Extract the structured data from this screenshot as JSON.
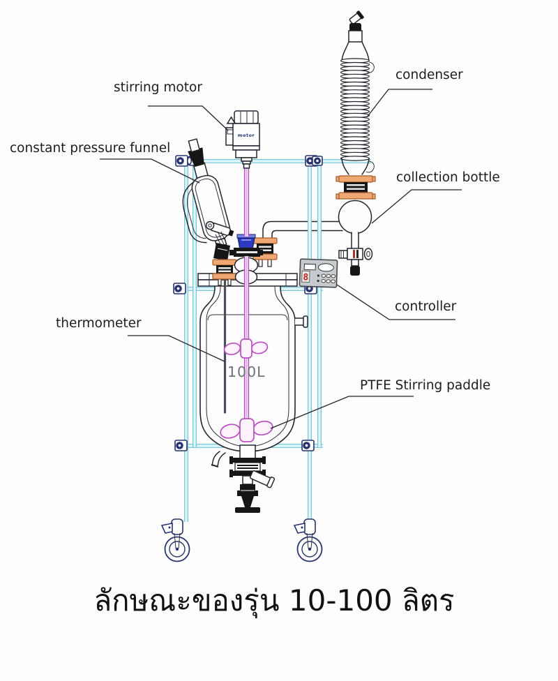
{
  "diagram": {
    "title_caption": "ลักษณะของรุ่น 10-100 ลิตร",
    "vessel_capacity": "100L",
    "motor_label": "motor",
    "controller_display": "8",
    "labels": {
      "stirring_motor": "stirring motor",
      "condenser": "condenser",
      "constant_pressure_funnel": "constant pressure funnel",
      "collection_bottle": "collection bottle",
      "controller": "controller",
      "thermometer": "thermometer",
      "ptfe_stirring_paddle": "PTFE Stirring paddle"
    },
    "colors": {
      "frame_tube": "#79c9da",
      "frame_fill": "#e2f6fa",
      "line_art": "#23232e",
      "clamp_navy": "#26336e",
      "stirrer_magenta": "#b84fc0",
      "flange_orange": "#efa873",
      "coupling_blue": "#2d39c0",
      "controller_grey": "#c6cbd0",
      "display_red": "#c22222",
      "thermometer_grey": "#4a4f58",
      "label_text": "#1c1c1c",
      "capacity_text": "#71717a"
    }
  }
}
